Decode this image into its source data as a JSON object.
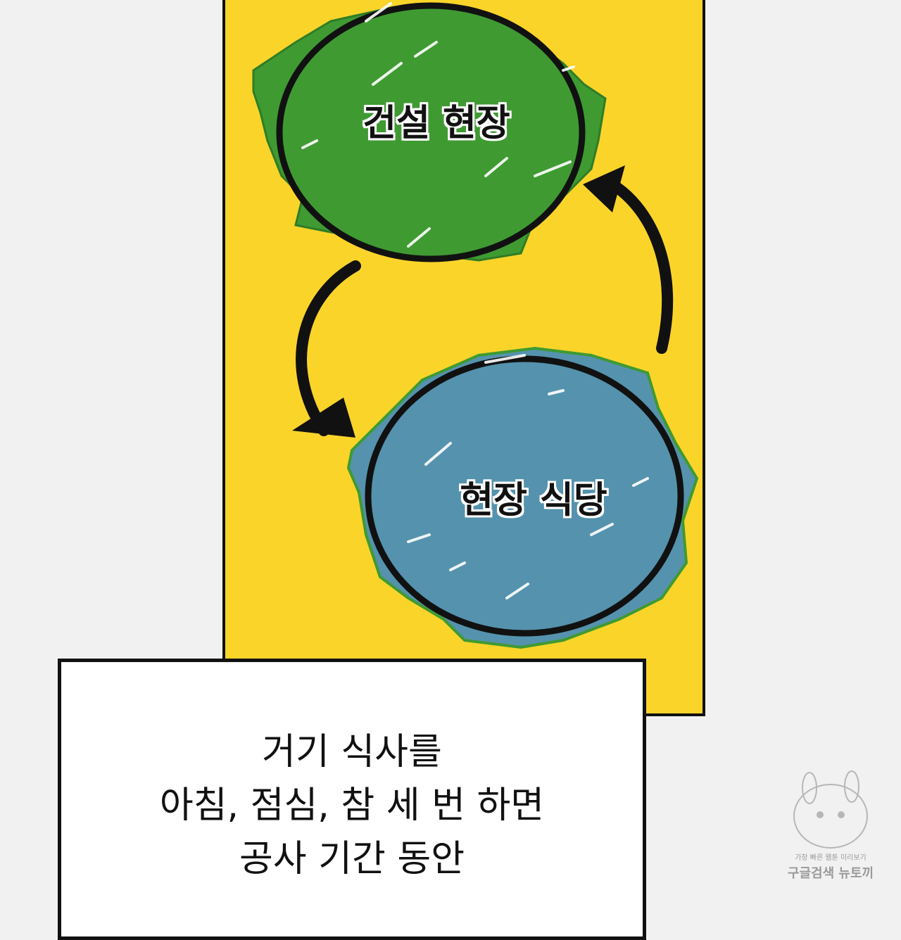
{
  "bubbles": {
    "top": {
      "label": "건설 현장",
      "color": "#3f9a32"
    },
    "bottom": {
      "label": "현장 식당",
      "color": "#5592ad"
    }
  },
  "panel_color": "#fbd42a",
  "caption": {
    "lines": [
      "거기 식사를",
      "아침, 점심, 참 세 번 하면",
      "공사 기간 동안"
    ]
  },
  "watermark": {
    "line1": "가장 빠른 웹툰 미리보기",
    "line2": "구글검색 뉴토끼"
  }
}
